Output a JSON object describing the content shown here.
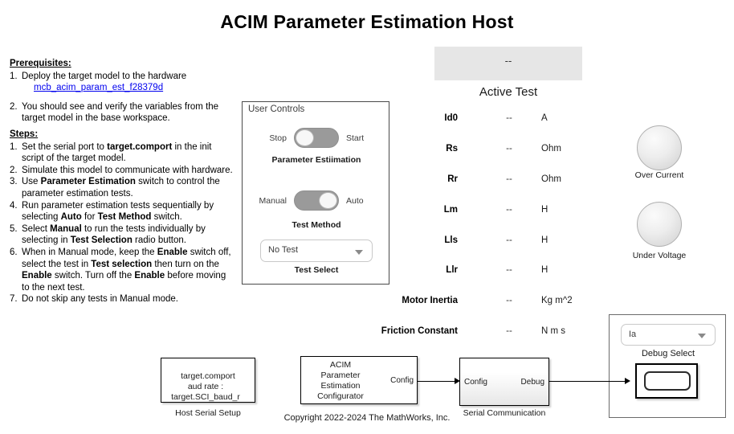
{
  "page_title": "ACIM Parameter Estimation Host",
  "copyright": "Copyright 2022-2024 The MathWorks, Inc.",
  "instructions": {
    "prereq_header": "Prerequisites:",
    "prereq_1_num": "1.",
    "prereq_1_text": "Deploy the target model to the hardware",
    "prereq_link": "mcb_acim_param_est_f28379d",
    "prereq_2_num": "2.",
    "prereq_2_text": "You should see and verify the variables from the target model in the base workspace.",
    "steps_header": "Steps:",
    "step_1_num": "1.",
    "step_1_a": "Set the serial port to ",
    "step_1_b": "target.comport",
    "step_1_c": " in the init script of the target model.",
    "step_2_num": "2.",
    "step_2_a": "Simulate this model to communicate with hardware.",
    "step_3_num": "3.",
    "step_3_a": "Use ",
    "step_3_b": "Parameter Estimation",
    "step_3_c": " switch to control the parameter estimation tests.",
    "step_4_num": "4.",
    "step_4_a": "Run parameter estimation tests sequentially by selecting ",
    "step_4_b": "Auto",
    "step_4_c": " for ",
    "step_4_d": "Test Method",
    "step_4_e": " switch.",
    "step_5_num": "5.",
    "step_5_a": "Select ",
    "step_5_b": "Manual",
    "step_5_c": " to run the tests individually by selecting in ",
    "step_5_d": "Test Selection",
    "step_5_e": " radio button.",
    "step_6_num": "6.",
    "step_6_a": "When in Manual mode, keep the ",
    "step_6_b": "Enable",
    "step_6_c": " switch off, select the test in ",
    "step_6_d": "Test selection",
    "step_6_e": " then turn on the ",
    "step_6_f": "Enable",
    "step_6_g": " switch. Turn off the ",
    "step_6_h": "Enable",
    "step_6_i": " before moving to the next test.",
    "step_7_num": "7.",
    "step_7_a": "Do not skip any tests in Manual mode."
  },
  "user_controls": {
    "panel_title": "User Controls",
    "param_est": {
      "left_label": "Stop",
      "right_label": "Start",
      "caption": "Parameter Estiimation",
      "state": "off"
    },
    "test_method": {
      "left_label": "Manual",
      "right_label": "Auto",
      "caption": "Test Method",
      "state": "on"
    },
    "test_select": {
      "value": "No Test",
      "caption": "Test Select"
    }
  },
  "active_test": {
    "display_value": "--",
    "caption": "Active Test",
    "params": [
      {
        "name": "Id0",
        "value": "--",
        "unit": "A"
      },
      {
        "name": "Rs",
        "value": "--",
        "unit": "Ohm"
      },
      {
        "name": "Rr",
        "value": "--",
        "unit": "Ohm"
      },
      {
        "name": "Lm",
        "value": "--",
        "unit": "H"
      },
      {
        "name": "Lls",
        "value": "--",
        "unit": "H"
      },
      {
        "name": "Llr",
        "value": "--",
        "unit": "H"
      },
      {
        "name": "Motor Inertia",
        "value": "--",
        "unit": "Kg m^2"
      },
      {
        "name": "Friction Constant",
        "value": "--",
        "unit": "N m s"
      }
    ]
  },
  "lamps": [
    {
      "label": "Over Current"
    },
    {
      "label": "Under Voltage"
    }
  ],
  "debug": {
    "select_value": "Ia",
    "caption": "Debug Select"
  },
  "diagram": {
    "host_serial": {
      "line1": "target.comport",
      "line2": "aud rate : target.SCI_baud_r",
      "caption": "Host Serial Setup"
    },
    "configurator": {
      "line1": "ACIM",
      "line2": "Parameter",
      "line3": "Estimation",
      "line4": "Configurator",
      "out_port": "Config"
    },
    "serial_comm": {
      "in_port": "Config",
      "out_port": "Debug",
      "caption": "Serial Communication"
    }
  },
  "colors": {
    "link": "#0000ee",
    "toggle_track": "#9a9a9a",
    "toggle_knob": "#f7f7f7",
    "display_bg": "#e6e6e6"
  }
}
